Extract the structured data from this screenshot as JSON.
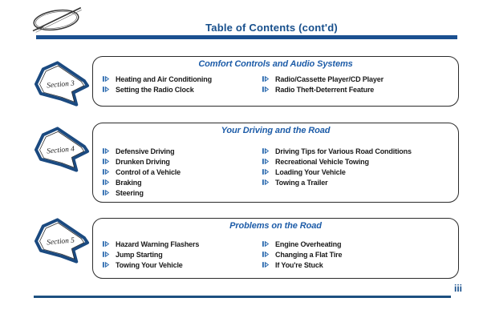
{
  "header": {
    "title": "Table of Contents (cont'd)",
    "logo_name": "oldsmobile-emblem"
  },
  "colors": {
    "navy_rule": "#1B5090",
    "title_blue": "#174F8C",
    "heading_blue": "#1D5CA8",
    "bullet_blue": "#2E6CB0",
    "badge_outline": "#1B4A80",
    "box_border": "#2b2b2b"
  },
  "sections": [
    {
      "badge": "Section 3",
      "heading": "Comfort Controls and Audio Systems",
      "left": [
        "Heating and Air Conditioning",
        "Setting the Radio Clock"
      ],
      "right": [
        "Radio/Cassette Player/CD Player",
        "Radio Theft-Deterrent Feature"
      ]
    },
    {
      "badge": "Section 4",
      "heading": "Your Driving and the Road",
      "left": [
        "Defensive Driving",
        "Drunken Driving",
        "Control of a Vehicle",
        "Braking",
        "Steering"
      ],
      "right": [
        "Driving Tips for Various Road Conditions",
        "Recreational Vehicle Towing",
        "Loading Your Vehicle",
        "Towing a Trailer"
      ]
    },
    {
      "badge": "Section 5",
      "heading": "Problems on the Road",
      "left": [
        "Hazard Warning Flashers",
        "Jump Starting",
        "Towing Your Vehicle"
      ],
      "right": [
        "Engine Overheating",
        "Changing a Flat Tire",
        "If You're Stuck"
      ]
    }
  ],
  "footer": {
    "page_number": "iii"
  }
}
